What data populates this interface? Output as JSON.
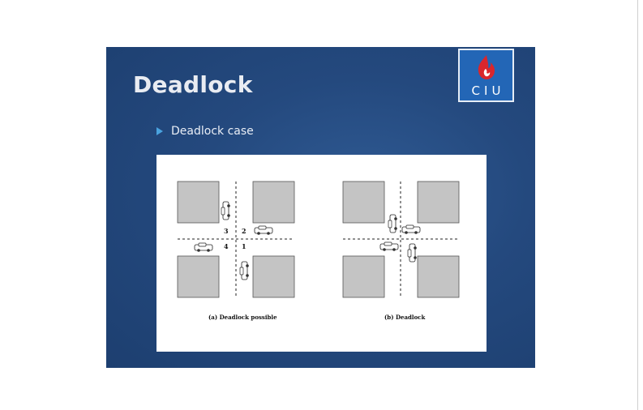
{
  "slide": {
    "title": "Deadlock",
    "logo_text": "CIU",
    "bullet": "Deadlock case"
  },
  "figure": {
    "left_caption": "(a) Deadlock possible",
    "right_caption": "(b) Deadlock",
    "quadrant_labels": [
      "3",
      "2",
      "4",
      "1"
    ]
  },
  "colors": {
    "slide_background": "#24497e",
    "title_text": "#e9ecf2",
    "bullet_marker": "#4aa3df",
    "logo_background": "#2366b6",
    "logo_flame": "#d9262c",
    "block_fill": "#c4c4c4"
  }
}
